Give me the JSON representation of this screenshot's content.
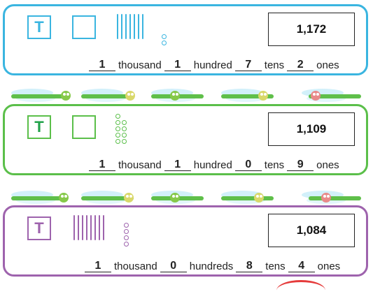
{
  "rows": [
    {
      "thousands_icon_letter": "T",
      "number": "1,172",
      "sentence": [
        {
          "value": "1",
          "word": "thousand"
        },
        {
          "value": "1",
          "word": "hundred"
        },
        {
          "value": "7",
          "word": "tens"
        },
        {
          "value": "2",
          "word": "ones"
        }
      ],
      "color": "#3ab5e0"
    },
    {
      "thousands_icon_letter": "T",
      "number": "1,109",
      "sentence": [
        {
          "value": "1",
          "word": "thousand"
        },
        {
          "value": "1",
          "word": "hundred"
        },
        {
          "value": "0",
          "word": "tens"
        },
        {
          "value": "9",
          "word": "ones"
        }
      ],
      "color": "#5bbf4a"
    },
    {
      "thousands_icon_letter": "T",
      "number": "1,084",
      "sentence": [
        {
          "value": "1",
          "word": "thousand"
        },
        {
          "value": "0",
          "word": "hundreds"
        },
        {
          "value": "8",
          "word": "tens"
        },
        {
          "value": "4",
          "word": "ones"
        }
      ],
      "color": "#9e63ad"
    }
  ],
  "decor": {
    "divider_icon": "dragonfly-icon"
  }
}
